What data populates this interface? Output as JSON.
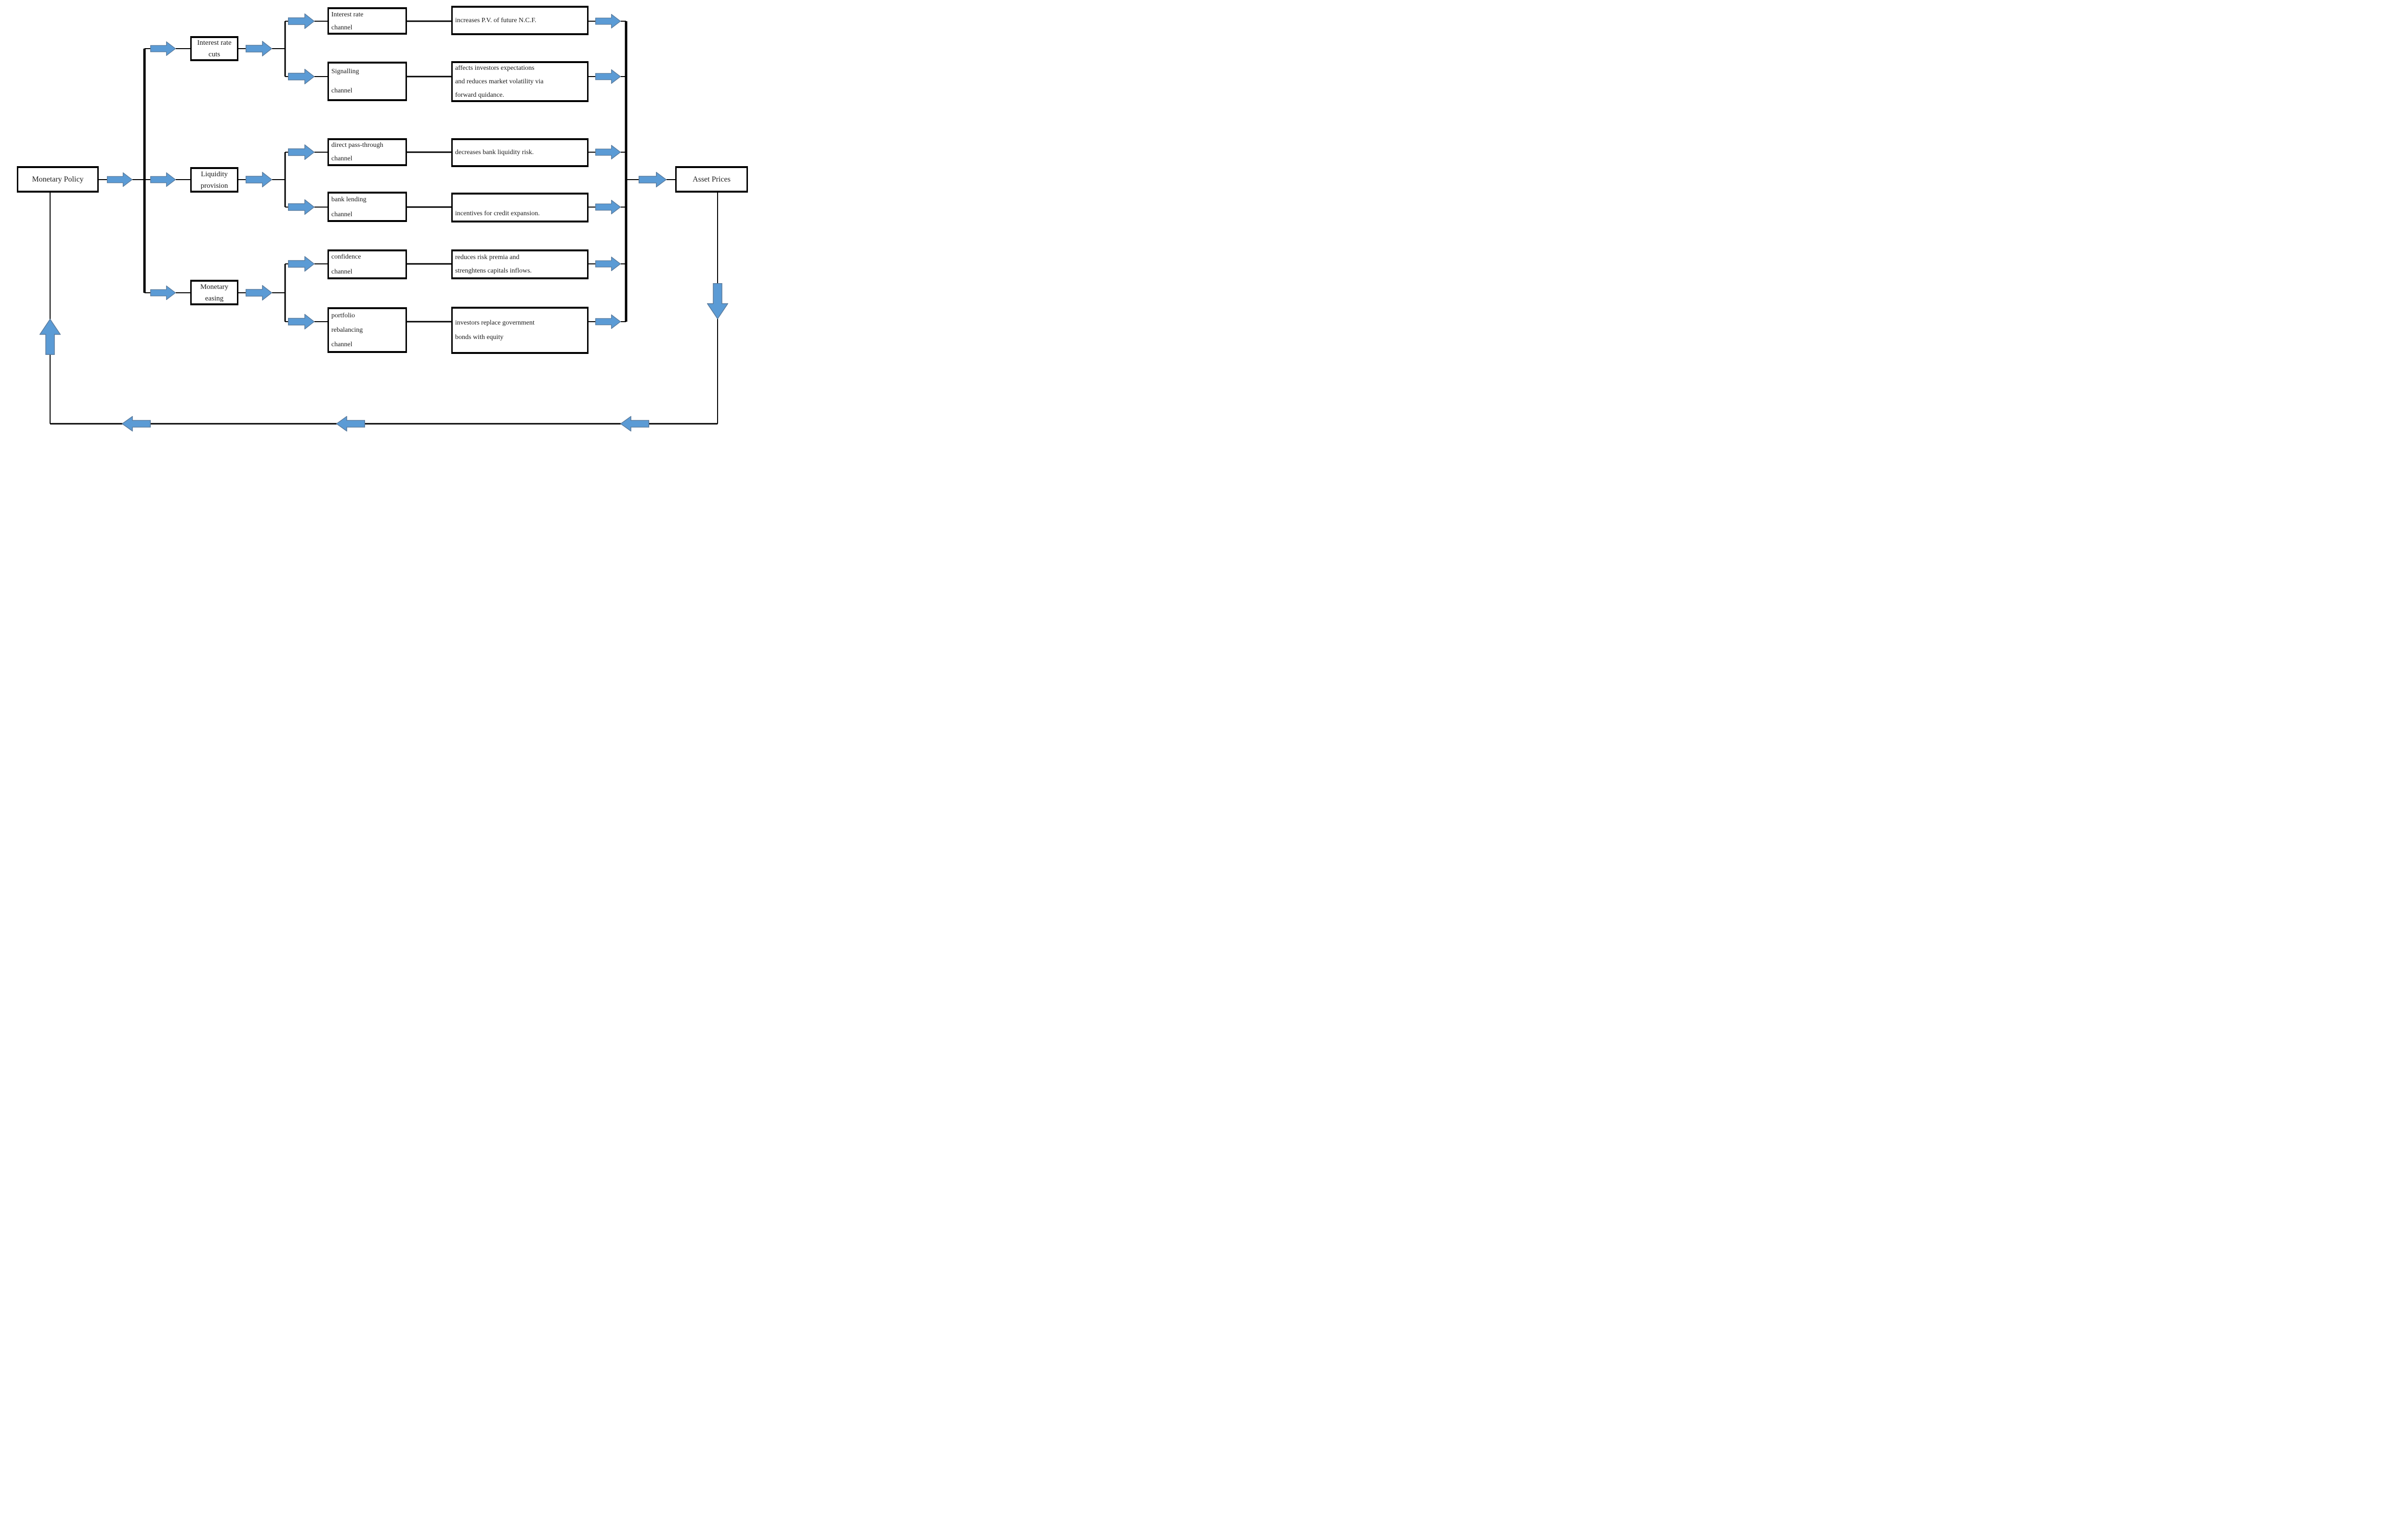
{
  "diagram": {
    "source": {
      "label": "Monetary Policy"
    },
    "sink": {
      "label": "Asset Prices"
    },
    "branches": [
      {
        "label": "Interest rate cuts",
        "channels": [
          {
            "label": "Interest rate channel",
            "effect": "increases P.V. of future N.C.F."
          },
          {
            "label": "Signalling channel",
            "effect": "affects investors expectations and reduces market volatility via forward quidance."
          }
        ]
      },
      {
        "label": "Liquidity provision",
        "channels": [
          {
            "label": "direct pass-through channel",
            "effect": "decreases bank liquidity risk."
          },
          {
            "label": "bank lending channel",
            "effect": "incentives for credit expansion."
          }
        ]
      },
      {
        "label": "Monetary easing",
        "channels": [
          {
            "label": "confidence channel",
            "effect": "reduces risk premia and strenghtens capitals inflows."
          },
          {
            "label": "portfolio rebalancing channel",
            "effect": "investors replace government bonds with equity"
          }
        ]
      }
    ],
    "colors": {
      "arrow_fill": "#5B9BD5",
      "arrow_stroke": "#5a7a9b",
      "line": "#000000",
      "box_border": "#000000",
      "background": "#FFFFFF"
    }
  }
}
